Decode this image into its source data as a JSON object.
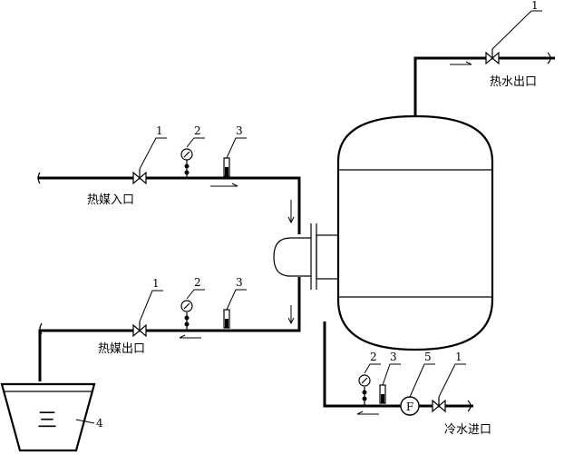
{
  "labels": {
    "hot_water_outlet": "热水出口",
    "heat_medium_inlet": "热媒入口",
    "heat_medium_outlet": "热媒出口",
    "cold_water_inlet": "冷水进口"
  },
  "callouts": {
    "valve": "1",
    "pressure_gauge": "2",
    "thermometer": "3",
    "tank": "4",
    "flow_meter": "5"
  },
  "flow_meter_symbol": "F",
  "tank_marks": "三"
}
